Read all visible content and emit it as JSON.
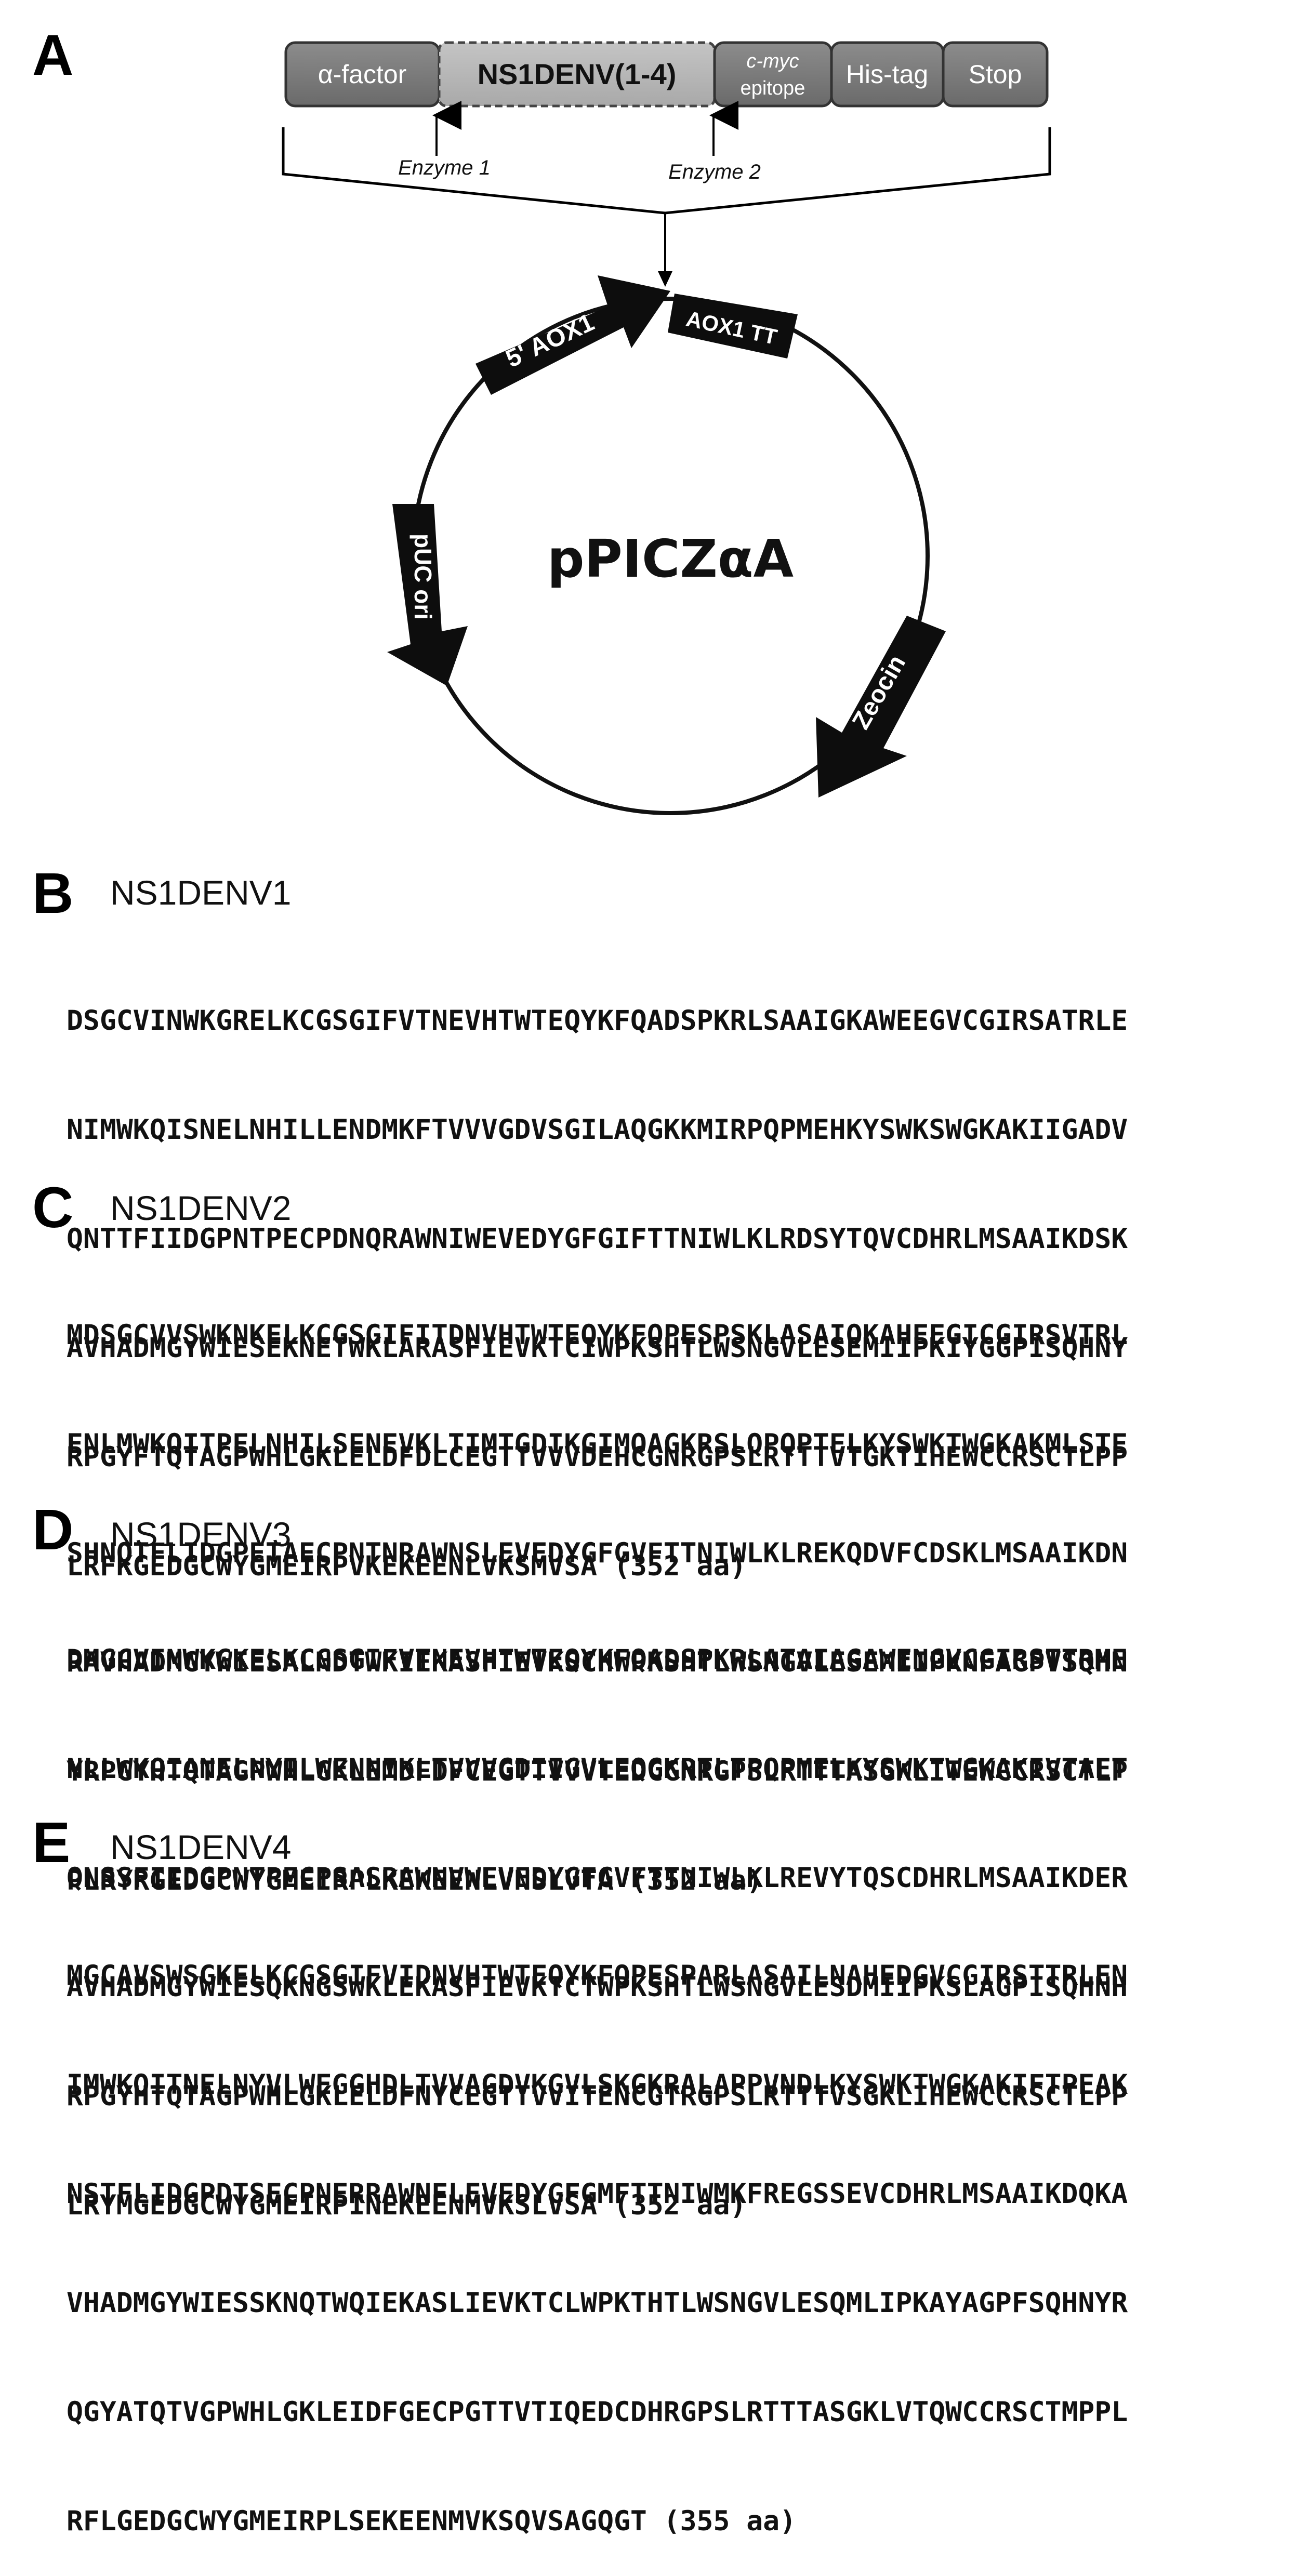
{
  "panels": {
    "A": {
      "letter": "A",
      "cassette": {
        "boxes": [
          {
            "label": "α-factor"
          },
          {
            "label": "NS1DENV(1-4)"
          },
          {
            "label_line1": "c-myc",
            "label_line2": "epitope"
          },
          {
            "label": "His-tag"
          },
          {
            "label": "Stop"
          }
        ],
        "enzyme1": "Enzyme 1",
        "enzyme2": "Enzyme 2"
      },
      "plasmid": {
        "name": "pPICZαA",
        "features": [
          "5' AOX1",
          "AOX1 TT",
          "Zeocin",
          "pUC ori"
        ]
      }
    },
    "B": {
      "letter": "B",
      "title": "NS1DENV1",
      "lines": [
        "DSGCVINWKGRELKCGSGIFVTNEVHTWTEQYKFQADSPKRLSAAIGKAWEEGVCGIRSATRLE",
        "NIMWKQISNELNHILLENDMKFTVVVGDVSGILAQGKKMIRPQPMEHKYSWKSWGKAKIIGADV",
        "QNTTFIIDGPNTPECPDNQRAWNIWEVEDYGFGIFTTNIWLKLRDSYTQVCDHRLMSAAIKDSK",
        "AVHADMGYWIESEKNETWKLARASFIEVKTCIWPKSHTLWSNGVLESEMIIPKIYGGPISQHNY",
        "RPGYFTQTAGPWHLGKLELDFDLCEGTTVVVDEHCGNRGPSLRTTTVTGKTIHEWCCRSCTLPP",
        "LRFKGEDGCWYGMEIRPVKEKEENLVKSMVSA (352 aa)"
      ]
    },
    "C": {
      "letter": "C",
      "title": "NS1DENV2",
      "lines": [
        "MDSGCVVSWKNKELKCGSGIFITDNVHTWTEQYKFQPESPSKLASAIQKAHEEGICGIRSVTRL",
        "ENLMWKQITPELNHILSENEVKLTIMTGDIKGIMQAGKRSLQPQPTELKYSWKTWGKAKMLSTE",
        "SHNQTFLIDGPETAECPNTNRAWNSLEVEDYGFGVFTTNIWLKLREKQDVFCDSKLMSAAIKDN",
        "RAVHADMGYWIESALNDTWKIEKASFIEVKSCHWPKSHTLWSNGVLESEMIIPKNFAGPVSQHN",
        "YRPGYHTQTAGPWHLGKLEMDFDFCEGTTVVVTEDCGNRGPSLRTTTASGKLITEWCCRSCTLP",
        "PLRYRGEDGCWYGMEIRPLKEKEENLVNSLVTA (352 aa)"
      ]
    },
    "D": {
      "letter": "D",
      "title": "NS1DENV3",
      "lines": [
        "DMGCVINWKGKELKCGSGIFVTNEVHTWTEQYKFQADSPKRLATAIAGAWENGVCGIRSTTRME",
        "NLLWKQIANELNYILWENNIKLTVVVGDIIGVLEQGKRTLTPQPMELKYSWKTWGKAKIVTAET",
        "QNSSFIIDGPNTPECPSASRAWNVWEVEDYGFGVFTTNIWLKLREVYTQSCDHRLMSAAIKDER",
        "AVHADMGYWIESQKNGSWKLEKASFIEVKTCTWPKSHTLWSNGVLESDMIIPKSLAGPISQHNH",
        "RPGYHTQTAGPWHLGKLELDFNYCEGTTVVITENCGTRGPSLRTTTVSGKLIHEWCCRSCTLPP",
        "LRYMGEDGCWYGMEIRPINEKEENMVKSLVSA (352 aa)"
      ]
    },
    "E": {
      "letter": "E",
      "title": "NS1DENV4",
      "lines": [
        "MGCAVSWSGKELKCGSGIFVIDNVHTWTEQYKFQPESPARLASAILNAHEDGVCGIRSTTRLEN",
        "IMWKQITNELNYVLWEGGHDLTVVAGDVKGVLSKGKRALAPPVNDLKYSWKTWGKAKIFTPEAK",
        "NSTFLIDGPDTSECPNERRAWNFLEVEDYGFGMFTTNIWMKFREGSSEVCDHRLMSAAIKDQKA",
        "VHADMGYWIESSKNQTWQIEKASLIEVKTCLWPKTHTLWSNGVLESQMLIPKAYAGPFSQHNYR",
        "QGYATQTVGPWHLGKLEIDFGECPGTTVTIQEDCDHRGPSLRTTTASGKLVTQWCCRSCTMPPL",
        "RFLGEDGCWYGMEIRPLSEKEENMVKSQVSAGQGT (355 aa)"
      ]
    }
  }
}
